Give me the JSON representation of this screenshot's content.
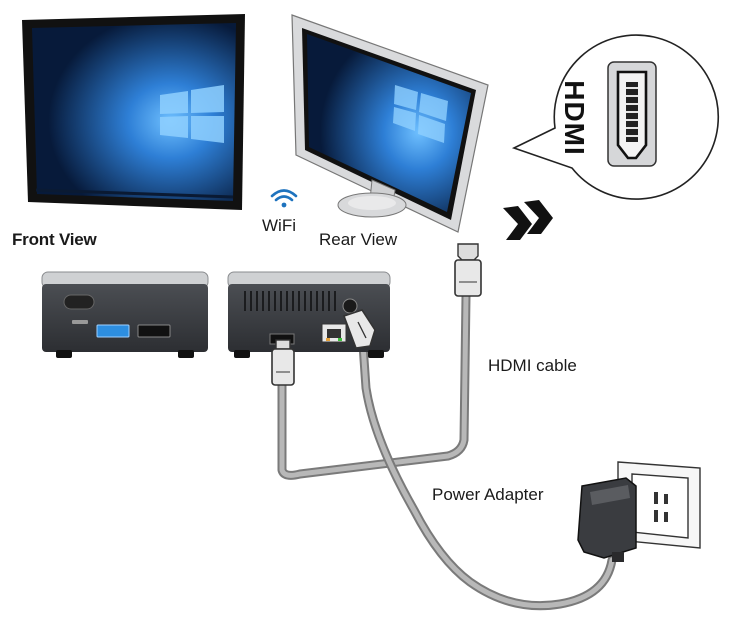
{
  "labels": {
    "front_view": "Front View",
    "wifi": "WiFi",
    "rear_view": "Rear View",
    "hdmi_port": "HDMI",
    "hdmi_cable": "HDMI cable",
    "power_adapter": "Power Adapter"
  },
  "colors": {
    "bezel": "#111111",
    "screen_dark": "#081b3c",
    "screen_light": "#3f97e8",
    "case": "#3a3d42",
    "case_top": "#c9cbcd",
    "cable": "#9a9a9a",
    "wifi_blue": "#1e73be",
    "usb_blue": "#2d8ee0"
  }
}
